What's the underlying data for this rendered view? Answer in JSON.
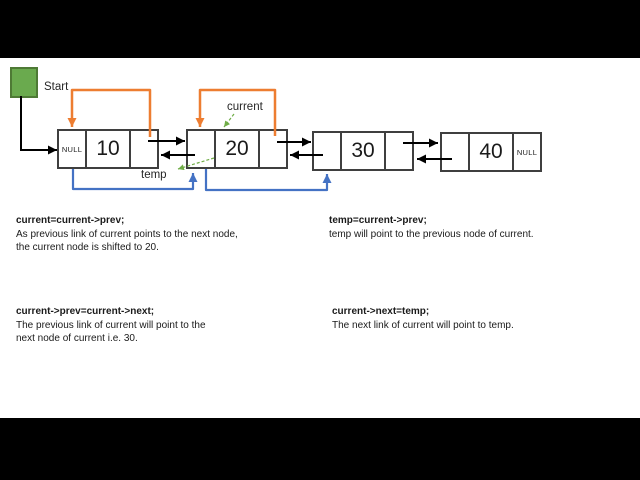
{
  "colors": {
    "orange": "#ED7D31",
    "blue": "#4472C4",
    "green": "#70AD47",
    "black_arrow": "#000000",
    "node_border": "#3F3F3F",
    "head_square_fill": "#6AAA4E",
    "head_square_border": "#4E7A35",
    "letterbox": "#000000",
    "slide_background": "#FFFFFF"
  },
  "labels": {
    "start": "Start",
    "current": "current",
    "temp": "temp"
  },
  "list": {
    "nodes": [
      {
        "prev": "NULL",
        "value": "10",
        "next": ""
      },
      {
        "prev": "",
        "value": "20",
        "next": ""
      },
      {
        "prev": "",
        "value": "30",
        "next": ""
      },
      {
        "prev": "",
        "value": "40",
        "next": "NULL"
      }
    ]
  },
  "explanations": [
    {
      "code": "current=current->prev;",
      "desc": [
        "As previous link of current points to the next node,",
        "the current node is shifted to 20."
      ]
    },
    {
      "code": "temp=current->prev;",
      "desc": [
        "temp will point to the previous node of current."
      ]
    },
    {
      "code": "current->prev=current->next;",
      "desc": [
        "The previous link of current will point to the",
        "next node of current i.e. 30."
      ]
    },
    {
      "code": "current->next=temp;",
      "desc": [
        "The next link of current will point to temp."
      ]
    }
  ]
}
